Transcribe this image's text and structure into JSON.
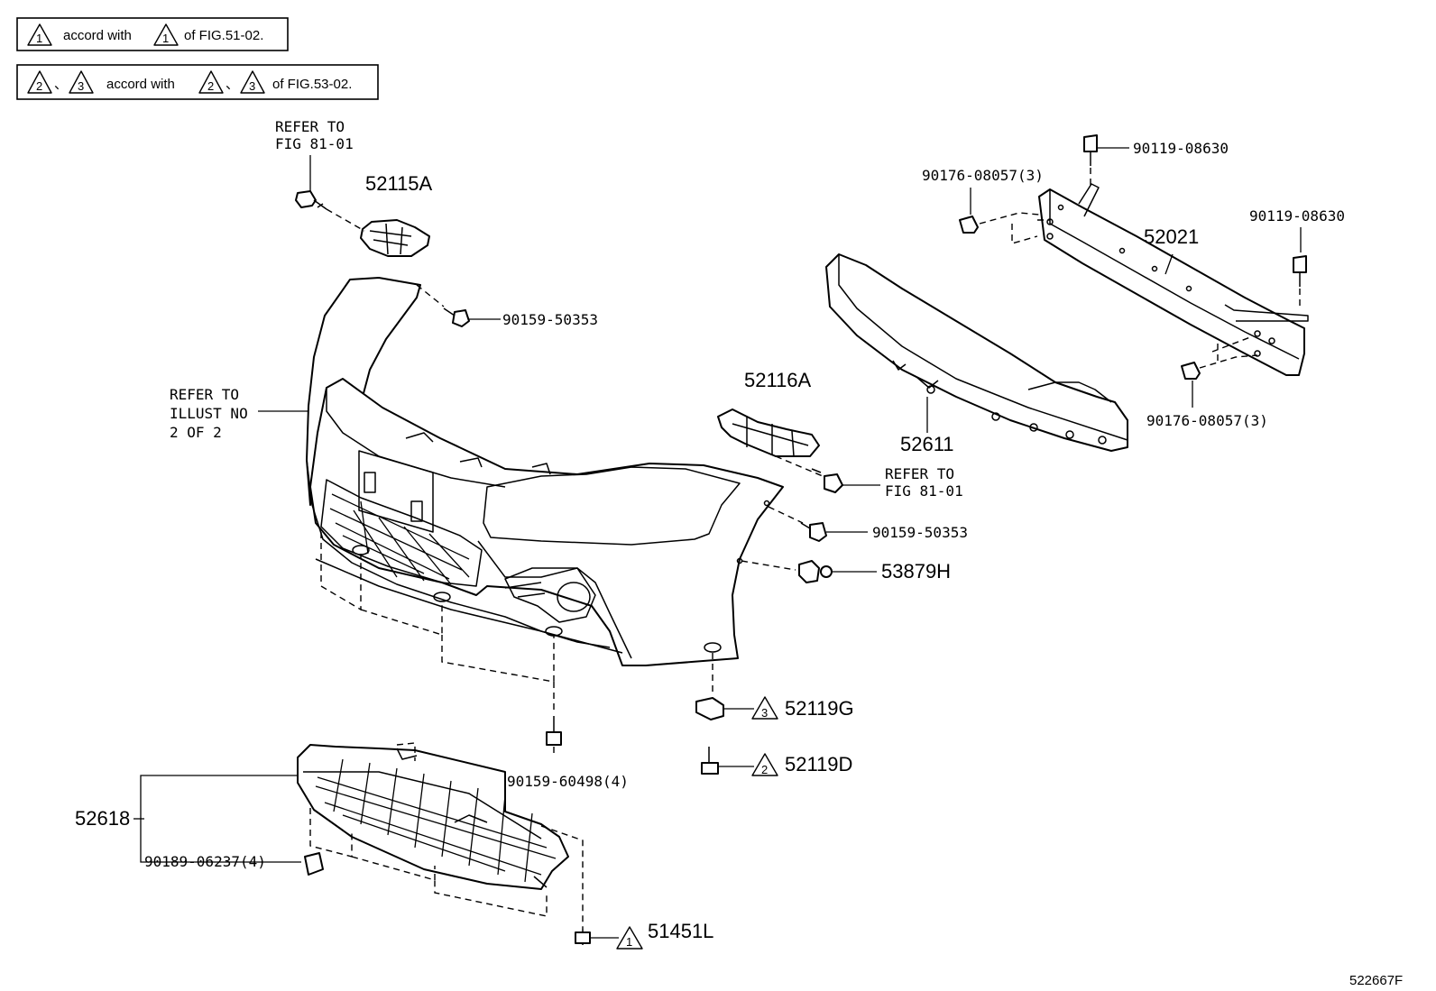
{
  "notes": {
    "note1": {
      "text_a": "accord with",
      "text_b": "of FIG.51-02.",
      "mark": "1"
    },
    "note2": {
      "sep": "、",
      "text_a": "accord with",
      "text_b": "of FIG.53-02.",
      "marks": [
        "2",
        "3"
      ]
    }
  },
  "labels": {
    "refer_top_1": "REFER TO",
    "refer_top_2": "FIG 81-01",
    "p52115a": "52115A",
    "p90159_50353_a": "90159-50353",
    "refer_illust_1": "REFER TO",
    "refer_illust_2": "ILLUST NO",
    "refer_illust_3": "2 OF 2",
    "p52116a": "52116A",
    "refer_mid_1": "REFER TO",
    "refer_mid_2": "FIG 81-01",
    "p90159_50353_b": "90159-50353",
    "p53879h": "53879H",
    "p90119_08630_a": "90119-08630",
    "p90176_08057_a": "90176-08057(3)",
    "p90119_08630_b": "90119-08630",
    "p52021": "52021",
    "p52611": "52611",
    "p90176_08057_b": "90176-08057(3)",
    "p52119g": "52119G",
    "p52119g_mark": "3",
    "p52119d": "52119D",
    "p52119d_mark": "2",
    "p90159_60498": "90159-60498(4)",
    "p52618": "52618",
    "p90189_06237": "90189-06237(4)",
    "p51451l": "51451L",
    "p51451l_mark": "1",
    "figure_id": "522667F"
  }
}
